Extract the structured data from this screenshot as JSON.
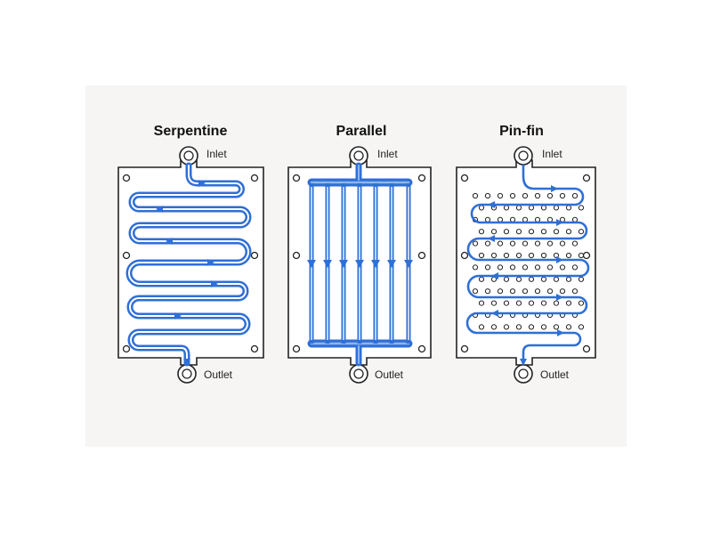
{
  "colors": {
    "background": "#ffffff",
    "panel": "#f6f5f3",
    "plate_fill": "#ffffff",
    "outline": "#222222",
    "channel": "#2f6fd6",
    "channel_light": "#8fb4ee",
    "pin": "#222222"
  },
  "plates": [
    {
      "name": "serpentine",
      "title": "Serpentine",
      "inlet_label": "Inlet",
      "outlet_label": "Outlet"
    },
    {
      "name": "parallel",
      "title": "Parallel",
      "inlet_label": "Inlet",
      "outlet_label": "Outlet"
    },
    {
      "name": "pin-fin",
      "title": "Pin-fin",
      "inlet_label": "Inlet",
      "outlet_label": "Outlet"
    }
  ]
}
